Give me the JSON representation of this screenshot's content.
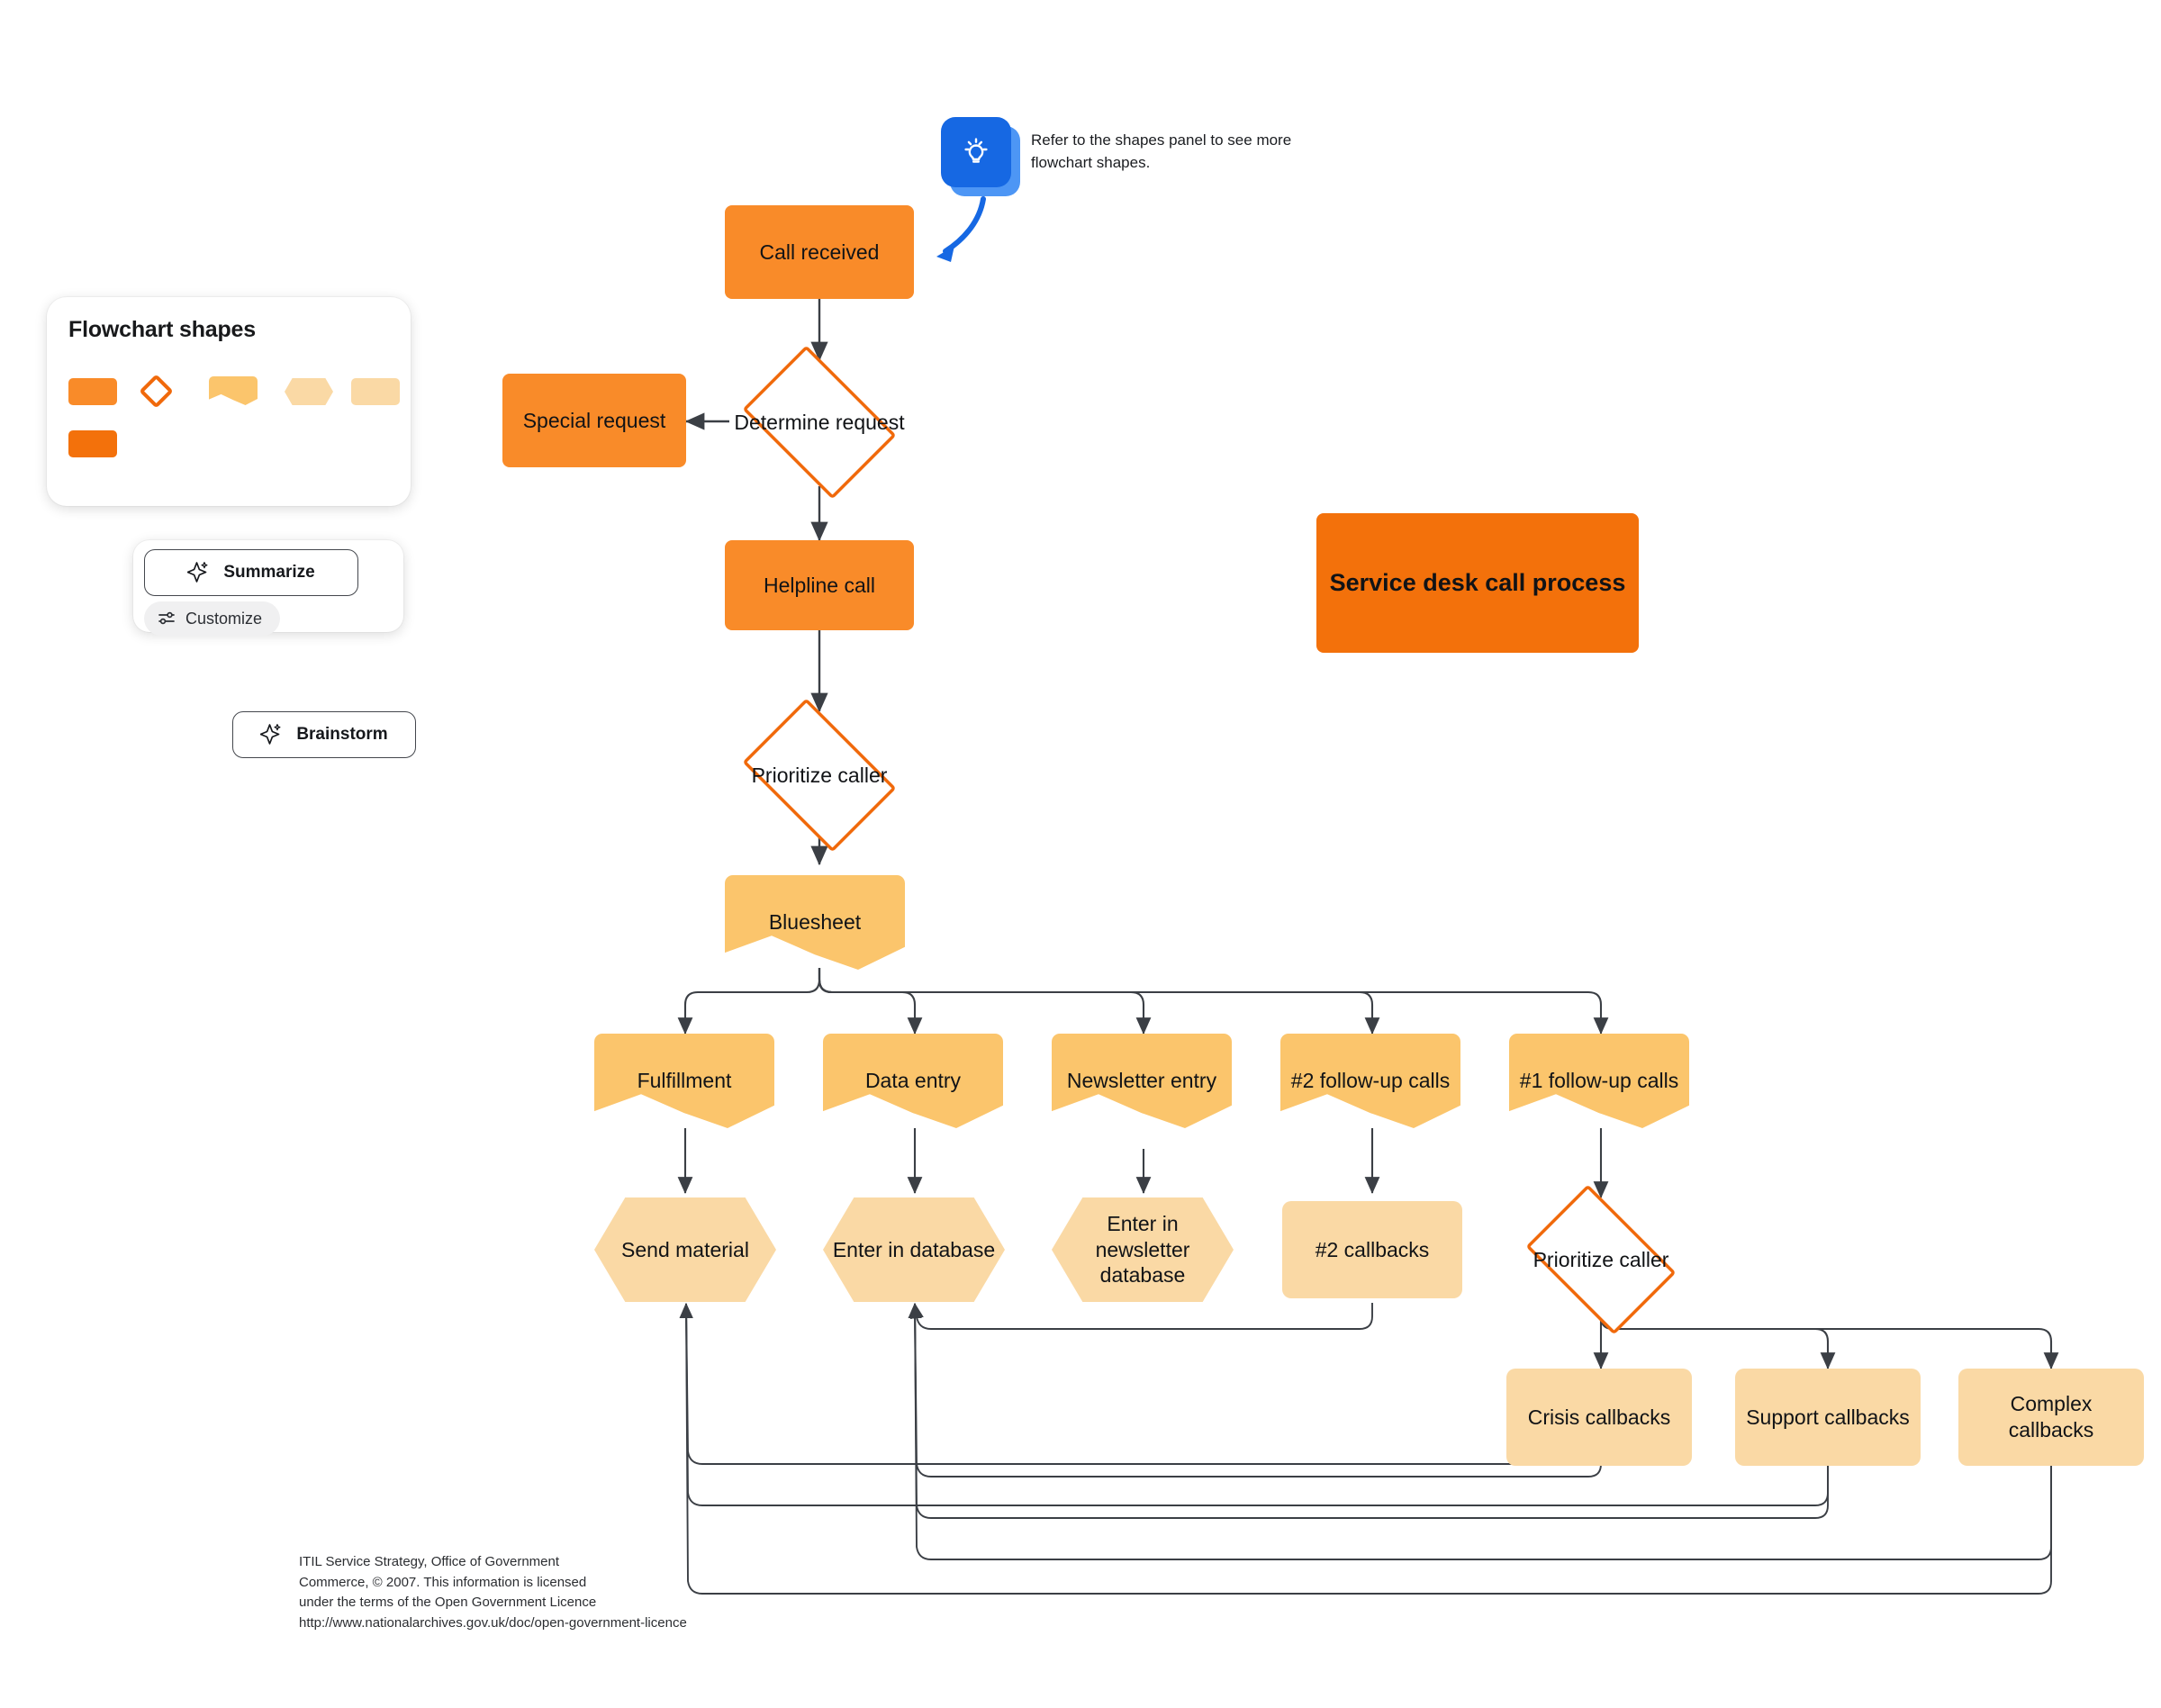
{
  "shapes_panel": {
    "title": "Flowchart shapes",
    "swatches": [
      {
        "name": "rectangle-orange",
        "shape": "rect",
        "color": "#F98B29"
      },
      {
        "name": "decision-diamond",
        "shape": "diamond",
        "color": "#F0690B"
      },
      {
        "name": "document",
        "shape": "doc",
        "color": "#FBC56C"
      },
      {
        "name": "preparation-hexagon",
        "shape": "hex",
        "color": "#FAD9A5"
      },
      {
        "name": "rectangle-light",
        "shape": "rect",
        "color": "#FAD9A5"
      },
      {
        "name": "rectangle-deep",
        "shape": "rect",
        "color": "#F3710B"
      }
    ]
  },
  "ai_tools": {
    "summarize_label": "Summarize",
    "customize_label": "Customize",
    "brainstorm_label": "Brainstorm"
  },
  "tip": {
    "text": "Refer to the shapes panel to see more flowchart shapes.",
    "icon": "lightbulb-icon",
    "accent": "#1668E3"
  },
  "title_card": {
    "label": "Service desk call process",
    "color": "#F3710B"
  },
  "footer": {
    "line1": "ITIL Service Strategy, Office of Government",
    "line2": "Commerce, © 2007. This information is licensed",
    "line3": "under the terms of the Open Government Licence",
    "line4": "http://www.nationalarchives.gov.uk/doc/open-government-licence"
  },
  "flowchart": {
    "nodes": [
      {
        "id": "call_received",
        "label": "Call received",
        "type": "rect-orange"
      },
      {
        "id": "determine",
        "label": "Determine request",
        "type": "diamond"
      },
      {
        "id": "special_request",
        "label": "Special request",
        "type": "rect-orange"
      },
      {
        "id": "helpline_call",
        "label": "Helpline call",
        "type": "rect-orange"
      },
      {
        "id": "prioritize_1",
        "label": "Prioritize caller",
        "type": "diamond"
      },
      {
        "id": "bluesheet",
        "label": "Bluesheet",
        "type": "document"
      },
      {
        "id": "fulfillment",
        "label": "Fulfillment",
        "type": "document"
      },
      {
        "id": "data_entry",
        "label": "Data entry",
        "type": "document"
      },
      {
        "id": "newsletter_entry",
        "label": "Newsletter entry",
        "type": "document"
      },
      {
        "id": "followup_2",
        "label": "#2 follow-up calls",
        "type": "document"
      },
      {
        "id": "followup_1",
        "label": "#1 follow-up calls",
        "type": "document"
      },
      {
        "id": "send_material",
        "label": "Send material",
        "type": "hexagon"
      },
      {
        "id": "enter_database",
        "label": "Enter in database",
        "type": "hexagon"
      },
      {
        "id": "enter_newsletter",
        "label": "Enter in newsletter database",
        "type": "hexagon"
      },
      {
        "id": "callbacks_2",
        "label": "#2 callbacks",
        "type": "rect-light"
      },
      {
        "id": "prioritize_2",
        "label": "Prioritize caller",
        "type": "diamond"
      },
      {
        "id": "crisis_callbacks",
        "label": "Crisis callbacks",
        "type": "rect-light"
      },
      {
        "id": "support_callbacks",
        "label": "Support callbacks",
        "type": "rect-light"
      },
      {
        "id": "complex_callbacks",
        "label": "Complex callbacks",
        "type": "rect-light"
      }
    ],
    "edges": [
      {
        "from": "call_received",
        "to": "determine"
      },
      {
        "from": "determine",
        "to": "special_request"
      },
      {
        "from": "determine",
        "to": "helpline_call"
      },
      {
        "from": "helpline_call",
        "to": "prioritize_1"
      },
      {
        "from": "prioritize_1",
        "to": "bluesheet"
      },
      {
        "from": "bluesheet",
        "to": "fulfillment"
      },
      {
        "from": "bluesheet",
        "to": "data_entry"
      },
      {
        "from": "bluesheet",
        "to": "newsletter_entry"
      },
      {
        "from": "bluesheet",
        "to": "followup_2"
      },
      {
        "from": "bluesheet",
        "to": "followup_1"
      },
      {
        "from": "fulfillment",
        "to": "send_material"
      },
      {
        "from": "data_entry",
        "to": "enter_database"
      },
      {
        "from": "newsletter_entry",
        "to": "enter_newsletter"
      },
      {
        "from": "followup_2",
        "to": "callbacks_2"
      },
      {
        "from": "followup_1",
        "to": "prioritize_2"
      },
      {
        "from": "prioritize_2",
        "to": "crisis_callbacks"
      },
      {
        "from": "prioritize_2",
        "to": "support_callbacks"
      },
      {
        "from": "prioritize_2",
        "to": "complex_callbacks"
      },
      {
        "from": "callbacks_2",
        "to": "enter_database"
      },
      {
        "from": "crisis_callbacks",
        "to": "send_material"
      },
      {
        "from": "crisis_callbacks",
        "to": "enter_database"
      },
      {
        "from": "support_callbacks",
        "to": "send_material"
      },
      {
        "from": "support_callbacks",
        "to": "enter_database"
      },
      {
        "from": "complex_callbacks",
        "to": "send_material"
      },
      {
        "from": "complex_callbacks",
        "to": "enter_database"
      }
    ]
  }
}
